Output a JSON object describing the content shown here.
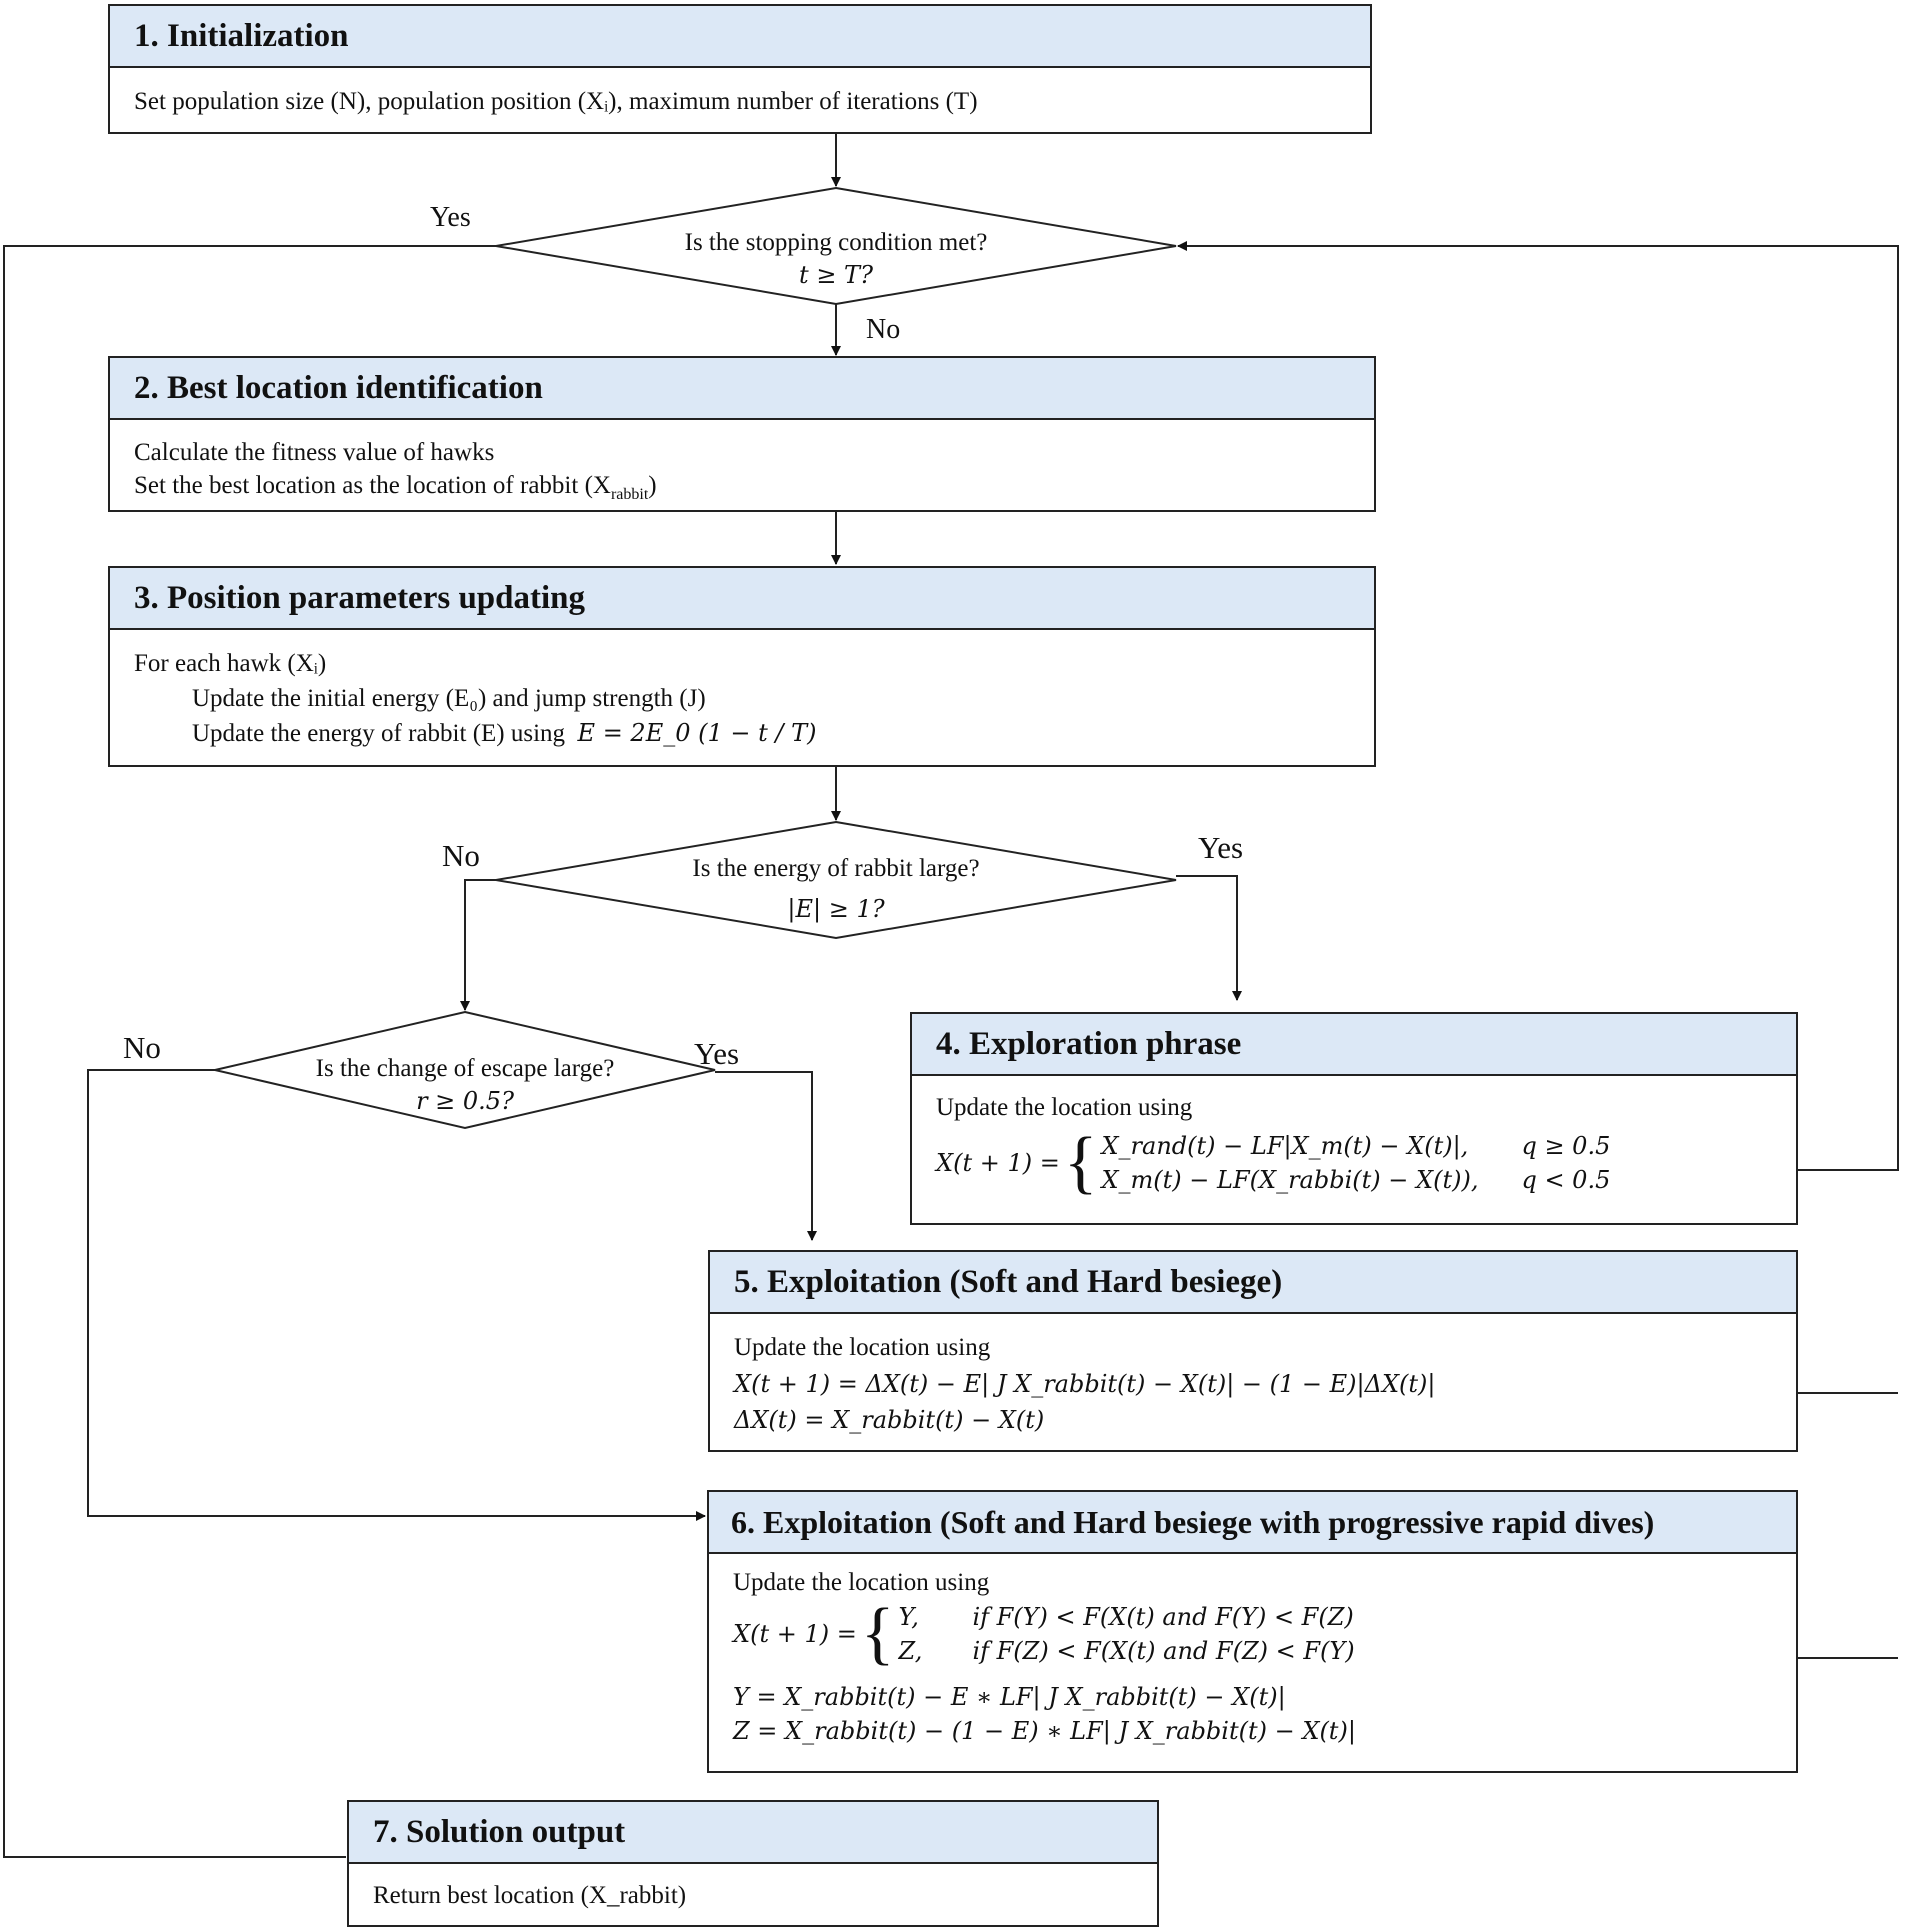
{
  "steps": {
    "init": {
      "title": "1. Initialization",
      "body": "Set population size (N), population position (Xᵢ), maximum number of iterations (T)"
    },
    "best": {
      "title": "2. Best location identification",
      "line1": "Calculate the fitness value of hawks",
      "line2": "Set the best location as the location of rabbit (X",
      "line2_sub": "rabbit",
      "line2_end": ")"
    },
    "position": {
      "title": "3. Position parameters updating",
      "line1": "For each hawk (Xᵢ)",
      "line2": "Update the initial energy (E₀) and jump strength (J)",
      "line3": "Update the energy of rabbit (E) using",
      "line3_eq": "E = 2E_0 (1 − t / T)"
    },
    "exploration": {
      "title": "4. Exploration phrase",
      "line1": "Update the location using",
      "lhs": "X(t + 1) =",
      "case1": "X_rand(t) − LF|X_m(t) − X(t)|,",
      "cond1": "q ≥ 0.5",
      "case2": "X_m(t) − LF(X_rabbi(t) − X(t)),",
      "cond2": "q < 0.5"
    },
    "exploit_soft": {
      "title": "5. Exploitation (Soft and Hard besiege)",
      "line1": "Update the location using",
      "eq1": "X(t + 1) = ΔX(t) − E| J X_rabbit(t) − X(t)| − (1 − E)|ΔX(t)|",
      "eq2": "ΔX(t) = X_rabbit(t) − X(t)"
    },
    "exploit_dive": {
      "title": "6. Exploitation (Soft and Hard besiege with progressive rapid dives)",
      "line1": "Update the location using",
      "lhs": "X(t + 1) =",
      "case1": "Y,",
      "cond1": "if F(Y) < F(X(t) and F(Y) < F(Z)",
      "case2": "Z,",
      "cond2": "if F(Z) < F(X(t) and F(Z) < F(Y)",
      "eqY": "Y = X_rabbit(t) − E ∗ LF| J X_rabbit(t) − X(t)|",
      "eqZ": "Z = X_rabbit(t) − (1 − E) ∗ LF| J X_rabbit(t) − X(t)|"
    },
    "output": {
      "title": "7. Solution output",
      "body": "Return best location (X_rabbit)"
    }
  },
  "decisions": {
    "stop": {
      "line1": "Is the stopping condition met?",
      "line2": "t ≥ T?"
    },
    "energy": {
      "line1": "Is the energy of rabbit large?",
      "line2": "|E| ≥ 1?"
    },
    "escape": {
      "line1": "Is the change of escape large?",
      "line2": "r ≥ 0.5?"
    }
  },
  "labels": {
    "stop_yes": "Yes",
    "stop_no": "No",
    "energy_no": "No",
    "energy_yes": "Yes",
    "escape_no": "No",
    "escape_yes": "Yes"
  },
  "colors": {
    "header_fill": "#dce8f6",
    "line": "#222222"
  }
}
